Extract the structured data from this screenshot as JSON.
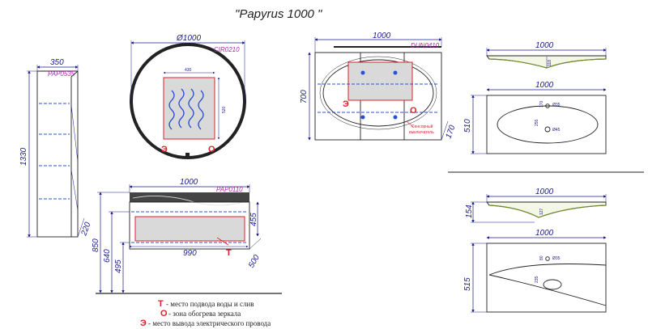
{
  "title": "\"Papyrus 1000 \"",
  "cabinet_side": {
    "code": "PAP0535",
    "width": "350",
    "height": "1330",
    "depth_bottom": "220"
  },
  "mirror": {
    "code": "CIR0210",
    "diameter": "Ø1000",
    "panel_w": "430",
    "panel_h": "520",
    "mark_e": "Э",
    "mark_o": "О"
  },
  "wall_cabinet": {
    "code": "DUN0410",
    "width": "1000",
    "height": "700",
    "depth": "170",
    "sensor_label_1": "Сенсорный",
    "sensor_label_2": "выключатель"
  },
  "vanity": {
    "code": "PAP0110",
    "width": "1000",
    "inner_width": "990",
    "h_455": "455",
    "h_850": "850",
    "h_640": "640",
    "h_495": "495",
    "depth": "500",
    "mark_t": "Т"
  },
  "basin_top": {
    "side_width": "1000",
    "side_h": "118",
    "plan_width": "1000",
    "plan_depth": "510",
    "hole_1": "Ø35",
    "hole_2": "Ø45",
    "dim_a": "170",
    "dim_b": "255"
  },
  "basin_bottom": {
    "side_width": "1000",
    "side_h": "154",
    "side_inner": "127",
    "plan_width": "1000",
    "plan_depth": "515",
    "hole_1": "Ø35",
    "dim_a": "80",
    "dim_b": "235"
  },
  "legend": [
    {
      "symbol": "Т",
      "text": "- место подвода воды и слив"
    },
    {
      "symbol": "О",
      "text": "- зона обогрева зеркала"
    },
    {
      "symbol": "Э",
      "text": "- место вывода электрического провода"
    }
  ]
}
